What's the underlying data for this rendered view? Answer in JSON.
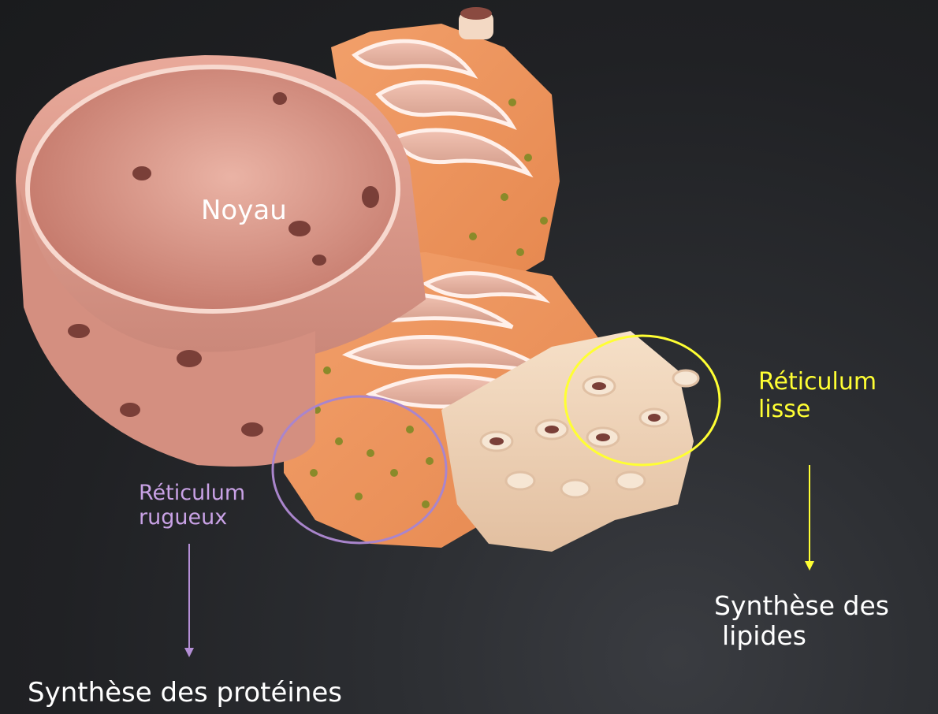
{
  "labels": {
    "noyau": "Noyau",
    "reticulum_lisse": [
      "Réticulum",
      "lisse"
    ],
    "reticulum_rugueux": [
      "Réticulum",
      "rugueux"
    ],
    "synthese_lipides": [
      "Synthèse des",
      "lipides"
    ],
    "synthese_proteines": "Synthèse des protéines"
  },
  "colors": {
    "background": "#202124",
    "lisse_highlight": "#ffff33",
    "rugueux_highlight": "#c9a2e6",
    "text": "#ffffff"
  }
}
